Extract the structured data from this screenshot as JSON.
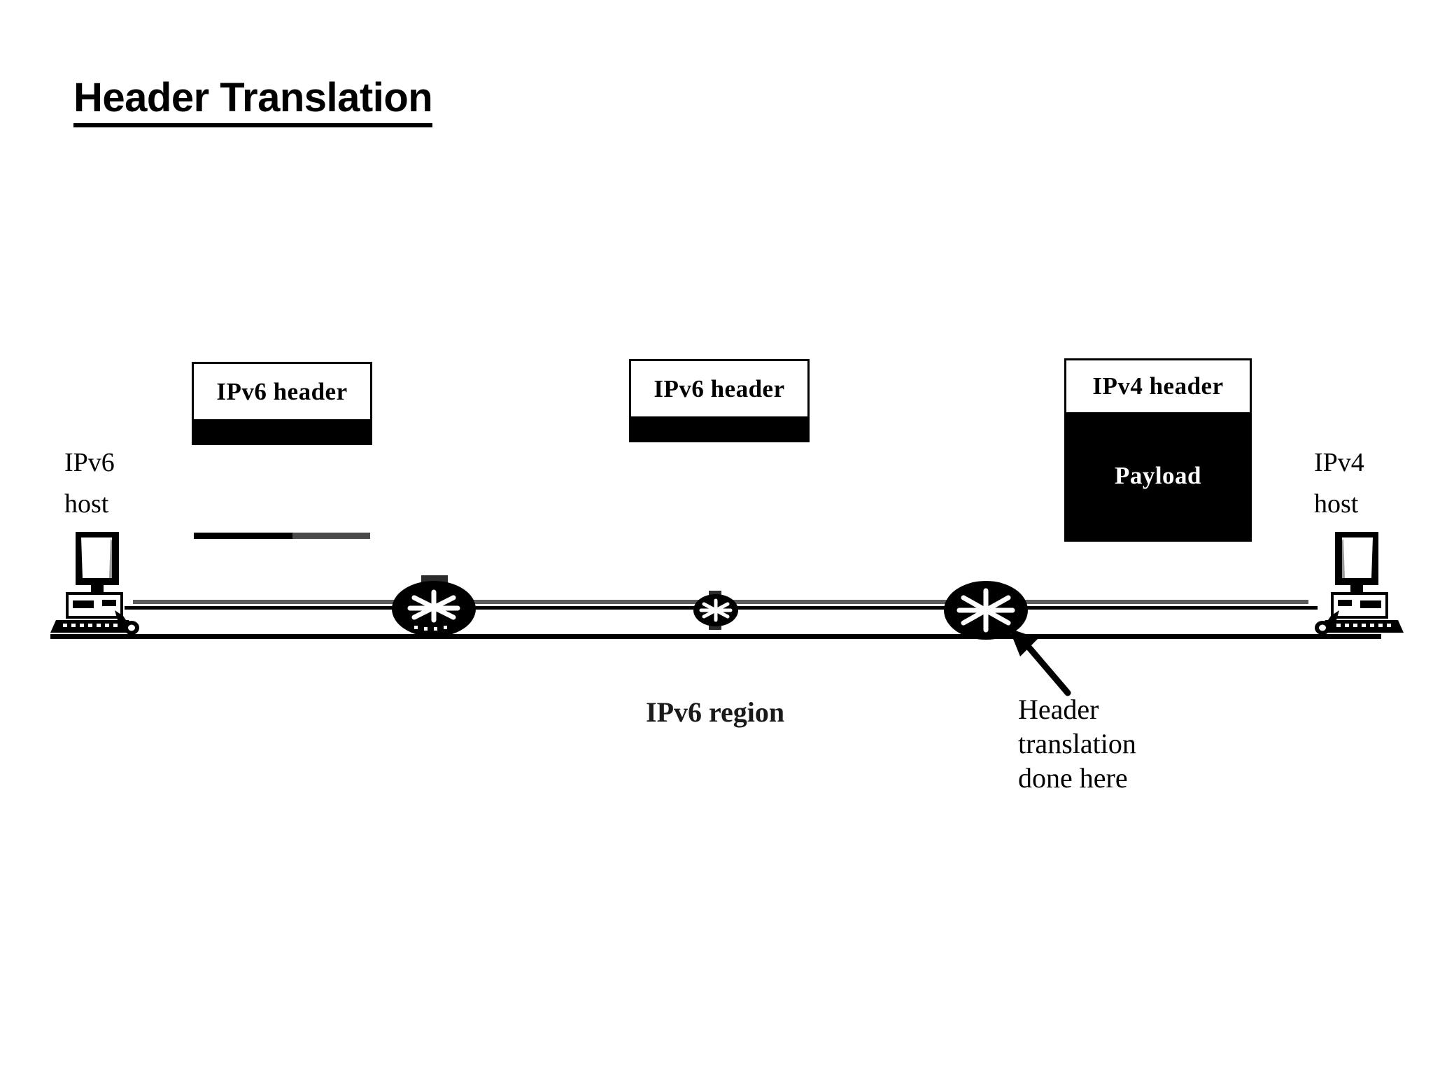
{
  "slide": {
    "title": "Header Translation",
    "background_color": "#ffffff",
    "ink_color": "#000000"
  },
  "diagram": {
    "type": "network-topology",
    "packets": [
      {
        "id": "packet-1",
        "header_label": "IPv6 header",
        "payload_label": "",
        "header_fill": "#ffffff",
        "payload_fill": "#000000"
      },
      {
        "id": "packet-2",
        "header_label": "IPv6 header",
        "payload_label": "",
        "header_fill": "#ffffff",
        "payload_fill": "#000000"
      },
      {
        "id": "packet-3",
        "header_label": "IPv4 header",
        "payload_label": "Payload",
        "header_fill": "#ffffff",
        "payload_fill": "#000000"
      }
    ],
    "hosts": [
      {
        "id": "host-left",
        "line1": "IPv6",
        "line2": "host",
        "icon": "computer-workstation-icon"
      },
      {
        "id": "host-right",
        "line1": "IPv4",
        "line2": "host",
        "icon": "computer-workstation-icon"
      }
    ],
    "routers": [
      {
        "id": "router-1",
        "icon": "router-icon"
      },
      {
        "id": "router-2",
        "icon": "router-icon"
      },
      {
        "id": "router-3",
        "icon": "router-icon"
      }
    ],
    "annotations": {
      "region_label": "IPv6 region",
      "callout": {
        "line1": "Header",
        "line2": "translation",
        "line3": "done here",
        "arrow": "arrow-up-left-icon",
        "points_to": "router-3"
      }
    }
  }
}
